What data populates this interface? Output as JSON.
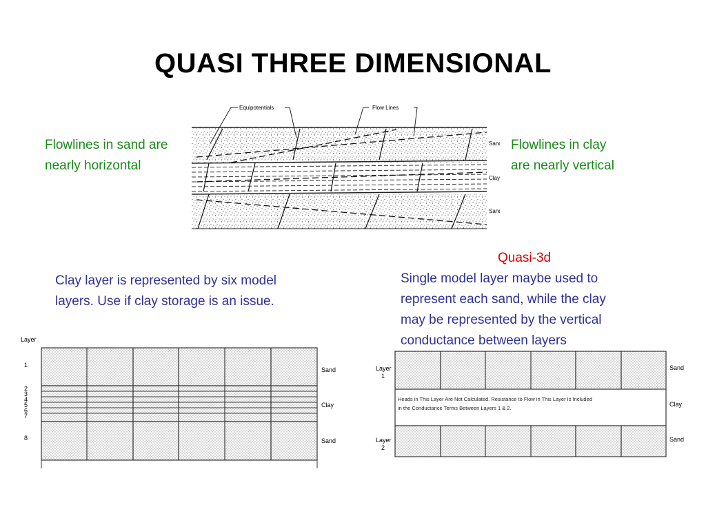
{
  "title": "QUASI THREE DIMENSIONAL",
  "top_diagram": {
    "callouts": [
      "Equipotentials",
      "Flow Lines"
    ],
    "layers": [
      "Sand",
      "Clay",
      "Sand"
    ]
  },
  "left_note": [
    "Flowlines in sand are",
    "nearly horizontal"
  ],
  "right_note": [
    "Flowlines in clay",
    "are nearly vertical"
  ],
  "quasi_label": "Quasi-3d",
  "quasi_text": [
    "Single model layer maybe used to",
    "represent each sand, while the clay",
    "may be represented by the vertical",
    "conductance between layers"
  ],
  "clay_text": [
    "Clay layer is represented by six model",
    "layers.  Use if clay storage is an issue."
  ],
  "left_grid": {
    "layer_heading": "Layer",
    "layer_numbers": [
      "1",
      "2",
      "3",
      "4",
      "5",
      "6",
      "7",
      "8"
    ],
    "zones": [
      "Sand",
      "Clay",
      "Sand"
    ]
  },
  "right_grid": {
    "layer1": [
      "Layer",
      "1"
    ],
    "layer2": [
      "Layer",
      "2"
    ],
    "zones": [
      "Sand",
      "Clay",
      "Sand"
    ],
    "note": [
      "Heads in This Layer Are Not Calculated. Resistance to Flow in This Layer Is Included",
      "in the Conductance Terms Between Layers 1 & 2."
    ]
  },
  "colors": {
    "green_text": "#1a8a1a",
    "blue_text": "#30309a",
    "red_text": "#dd0000"
  }
}
